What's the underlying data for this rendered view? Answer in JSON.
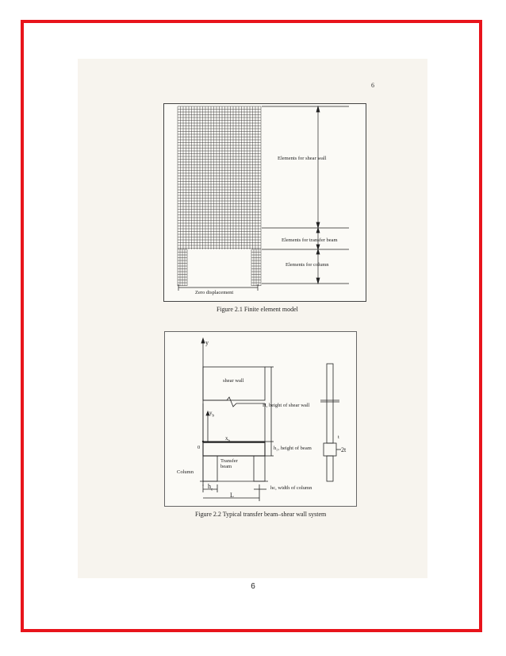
{
  "page": {
    "scan_page_number": "6",
    "footer_page_number": "6",
    "border_color": "#e8141b"
  },
  "figure1": {
    "caption": "Figure 2.1 Finite element model",
    "labels": {
      "shear_wall": "Elements for shear wall",
      "transfer_beam": "Elements for transfer beam",
      "column": "Elements for column",
      "zero_displacement": "Zero displacement"
    }
  },
  "figure2": {
    "caption": "Figure 2.2 Typical transfer beam–shear wall system",
    "labels": {
      "y_axis": "y",
      "shear_wall": "shear wall",
      "yb": "y",
      "yb_sub": "b",
      "xb": "x",
      "xb_sub": "b",
      "origin": "0",
      "transfer_beam_line1": "Transfer",
      "transfer_beam_line2": "beam",
      "column": "Column",
      "hc": "h",
      "hc_sub": "c",
      "span": "L",
      "height_shear_wall": "H, height of shear wall",
      "height_beam": "h₂, height of beam",
      "width_column": "hc, width of column",
      "thickness": "2t",
      "t_mark": "t"
    }
  }
}
